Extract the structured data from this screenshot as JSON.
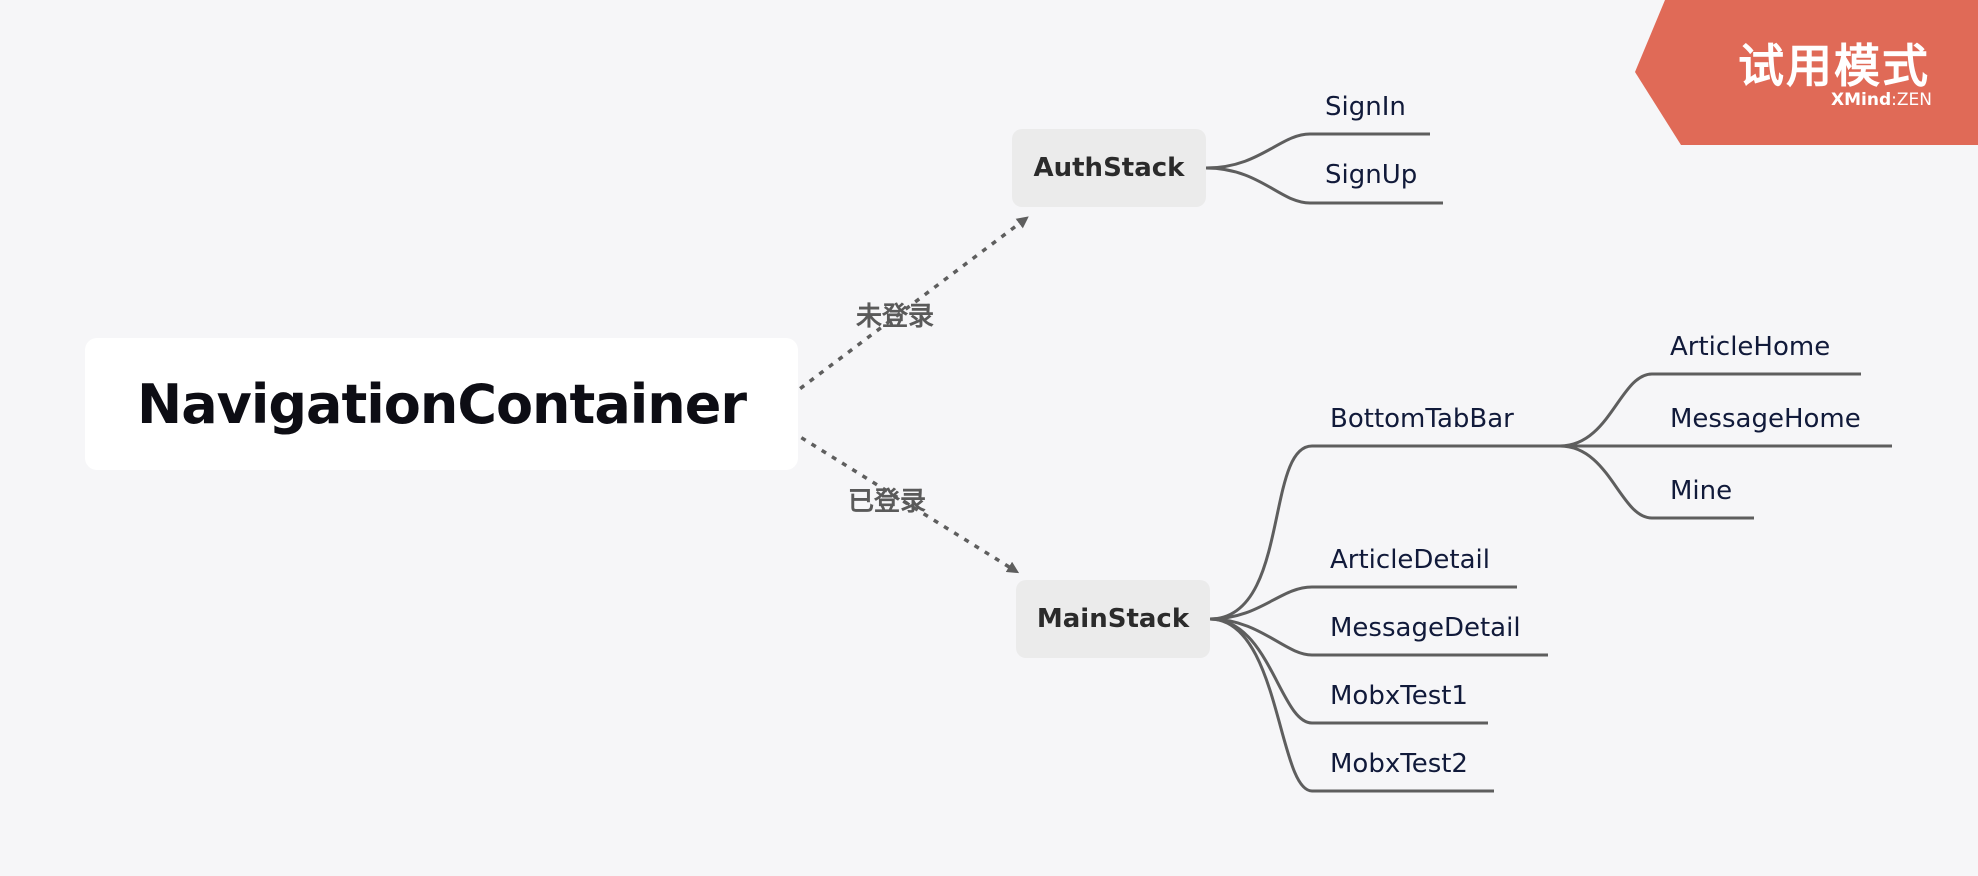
{
  "root": {
    "label": "NavigationContainer"
  },
  "relations": {
    "not_logged_in": "未登录",
    "logged_in": "已登录"
  },
  "auth_stack": {
    "label": "AuthStack",
    "children": [
      "SignIn",
      "SignUp"
    ]
  },
  "main_stack": {
    "label": "MainStack",
    "bottom_tab_bar": {
      "label": "BottomTabBar",
      "children": [
        "ArticleHome",
        "MessageHome",
        "Mine"
      ]
    },
    "children": [
      "ArticleDetail",
      "MessageDetail",
      "MobxTest1",
      "MobxTest2"
    ]
  },
  "trial_badge": {
    "title": "试用模式",
    "brand": "XMind",
    "separator": ":",
    "edition": "ZEN"
  },
  "colors": {
    "background": "#f6f6f8",
    "line": "#5e5e5e",
    "badge": "#e06a57"
  }
}
